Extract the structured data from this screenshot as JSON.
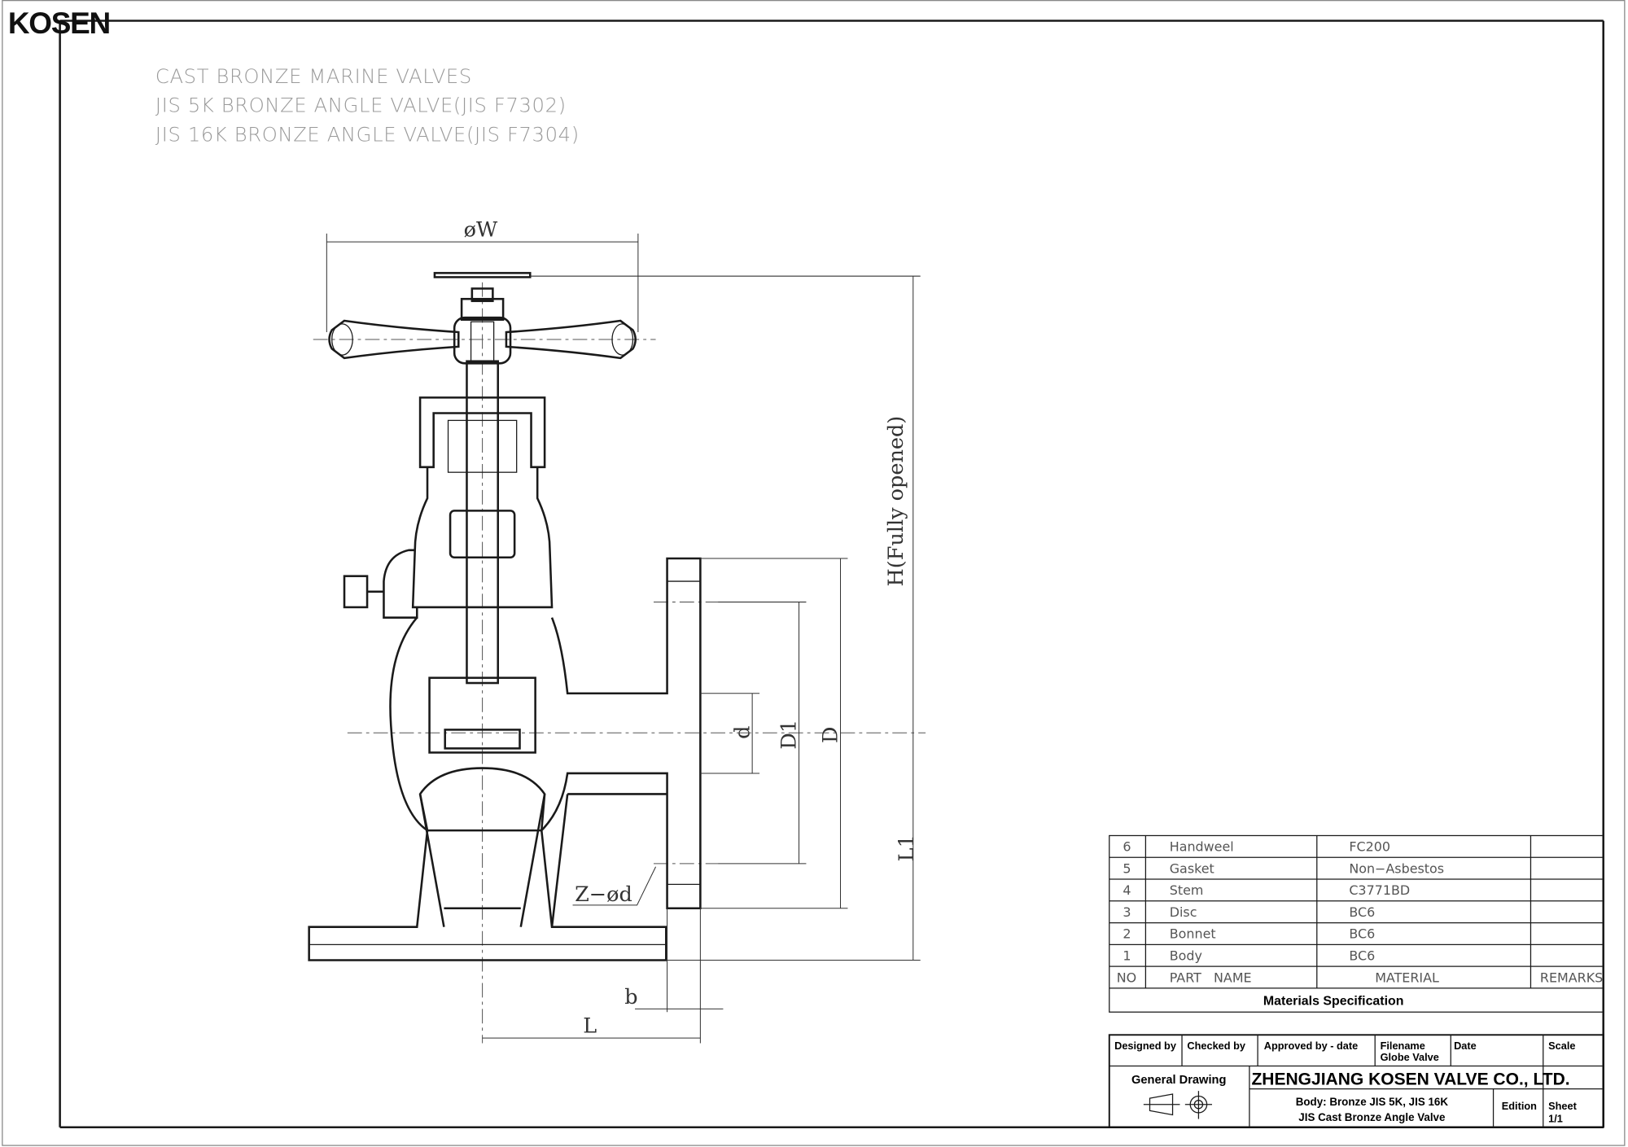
{
  "logo": "KOSEN",
  "titles": [
    "CAST BRONZE MARINE VALVES",
    "JIS 5K BRONZE ANGLE VALVE(JIS F7302)",
    "JIS 16K BRONZE ANGLE VALVE(JIS F7304)"
  ],
  "dimensions": {
    "W": "øW",
    "H": "H(Fully opened)",
    "L1": "L1",
    "D": "D",
    "D1": "D1",
    "d": "d",
    "L": "L",
    "b": "b",
    "Z": "Z−ød"
  },
  "parts_table": {
    "rows": [
      {
        "no": "6",
        "name": "Handweel",
        "material": "FC200",
        "remarks": ""
      },
      {
        "no": "5",
        "name": "Gasket",
        "material": "Non−Asbestos",
        "remarks": ""
      },
      {
        "no": "4",
        "name": "Stem",
        "material": "C3771BD",
        "remarks": ""
      },
      {
        "no": "3",
        "name": "Disc",
        "material": "BC6",
        "remarks": ""
      },
      {
        "no": "2",
        "name": "Bonnet",
        "material": "BC6",
        "remarks": ""
      },
      {
        "no": "1",
        "name": "Body",
        "material": "BC6",
        "remarks": ""
      }
    ],
    "headers": {
      "no": "NO",
      "name": "PART   NAME",
      "material": "MATERIAL",
      "remarks": "REMARKS"
    },
    "caption": "Materials Specification"
  },
  "title_block": {
    "designed_by": "Designed by",
    "checked_by": "Checked by",
    "approved_by": "Approved by - date",
    "filename_label": "Filename",
    "filename": "Globe Valve",
    "date": "Date",
    "scale": "Scale",
    "general_drawing": "General Drawing",
    "company": "ZHENGJIANG KOSEN VALVE CO., LTD.",
    "desc1": "Body: Bronze  JIS 5K, JIS 16K",
    "desc2": "JIS Cast Bronze Angle Valve",
    "edition": "Edition",
    "sheet_label": "Sheet",
    "sheet": "1/1"
  }
}
